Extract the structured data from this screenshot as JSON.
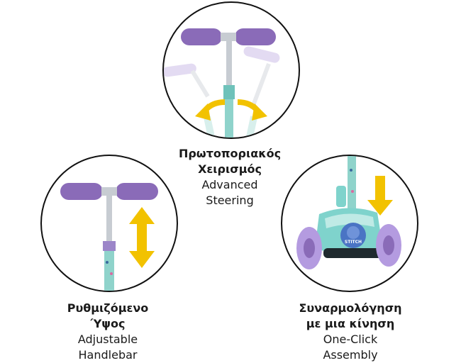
{
  "features": [
    {
      "id": "steering",
      "title_gr_line1": "Πρωτοποριακός",
      "title_gr_line2": "Χειρισμός",
      "title_en_line1": "Advanced",
      "title_en_line2": "Steering",
      "icon": "tilting-handlebar-with-curved-arrows"
    },
    {
      "id": "height",
      "title_gr_line1": "Ρυθμιζόμενο",
      "title_gr_line2": "Ύψος",
      "title_en_line1": "Adjustable",
      "title_en_line2": "Handlebar",
      "icon": "handlebar-with-up-down-arrow"
    },
    {
      "id": "assembly",
      "title_gr_line1": "Συναρμολόγηση",
      "title_gr_line2": "με μια κίνηση",
      "title_en_line1": "One-Click",
      "title_en_line2": "Assembly",
      "icon": "scooter-deck-with-down-arrow",
      "badge_text": "STITCH"
    }
  ],
  "colors": {
    "grip_purple": "#8a6bb8",
    "grip_purple_faded": "#d6c8ea",
    "arrow_yellow": "#f2c200",
    "deck_teal": "#7fd3cc",
    "wheel_purple": "#b49be0",
    "stem_silver": "#bfc5cc"
  }
}
